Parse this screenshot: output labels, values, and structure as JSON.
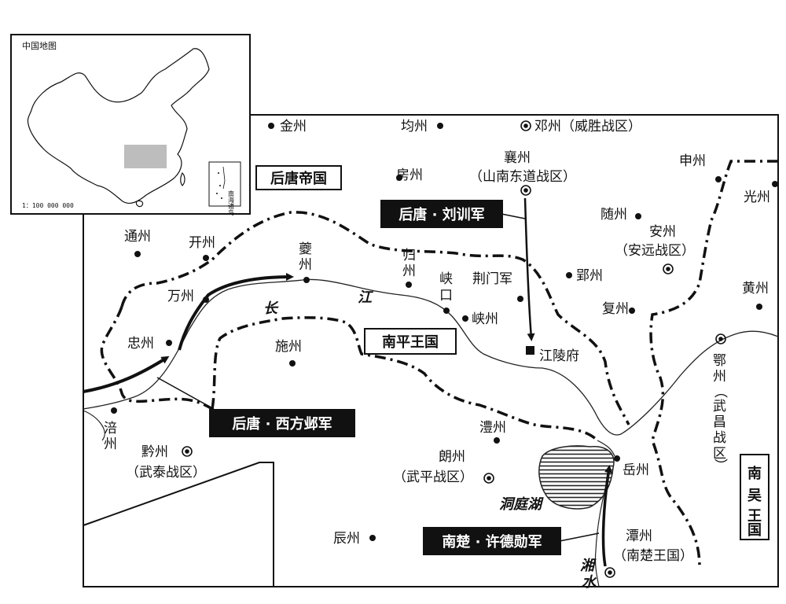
{
  "inset": {
    "title": "中国地图",
    "scale": "1：100 000 000",
    "sea_label": "南海诸岛"
  },
  "polities": {
    "later_tang": "后唐帝国",
    "nanping": "南平王国",
    "southern_wu": "南吴王国"
  },
  "armies": {
    "liu_xun": "后唐 · 刘训军",
    "xifang_ye": "后唐 · 西方邺军",
    "xu_dexun": "南楚 · 许德勋军"
  },
  "rivers": {
    "chang": "长",
    "jiang": "江",
    "xiang": "湘",
    "shui": "水"
  },
  "lake": "洞庭湖",
  "places": {
    "jinzhou": "金州",
    "junzhou": "均州",
    "dengzhou": "邓州（威胜战区）",
    "xiangzhou": "襄州",
    "xiangzhou_sub": "（山南东道战区）",
    "fangzhou": "房州",
    "shenzhou": "申州",
    "guangzhou": "光州",
    "tongzhou": "通州",
    "kaizhou": "开州",
    "kuizhou": "夔州",
    "guizhou": "归州",
    "xiakou": "峡口",
    "jingmenjun": "荆门军",
    "suizhou": "随州",
    "anzhou": "安州",
    "anzhou_sub": "（安远战区）",
    "yingzhou": "郢州",
    "huangzhou": "黄州",
    "wanzhou": "万州",
    "xiazhou": "峡州",
    "fuzhou_hb": "复州",
    "zhongzhou": "忠州",
    "shizhou": "施州",
    "jianglingfu": "江陵府",
    "ezhou": "鄂州",
    "ezhou_sub": "（武昌战区）",
    "fuzhou_cq": "涪州",
    "lizhou": "澧州",
    "qianzhou": "黔州",
    "qianzhou_sub": "（武泰战区）",
    "langzhou": "朗州",
    "langzhou_sub": "（武平战区）",
    "yuezhou": "岳州",
    "chenzhou": "辰州",
    "tanzhou": "潭州",
    "tanzhou_sub": "（南楚王国）"
  }
}
